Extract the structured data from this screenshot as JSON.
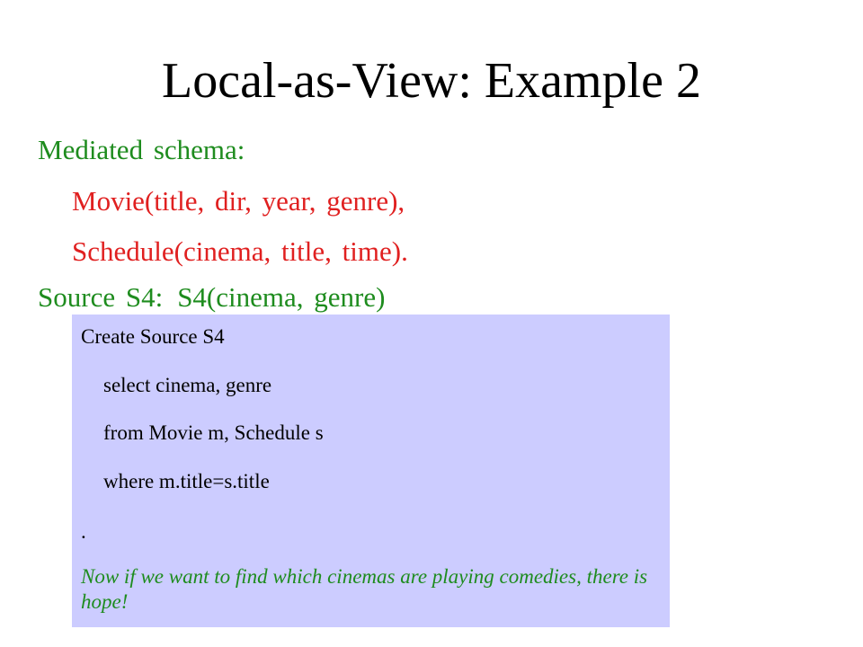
{
  "slide": {
    "title": "Local-as-View: Example 2",
    "mediated_label": "Mediated schema:",
    "schema_movie": "Movie(title, dir, year, genre),",
    "schema_schedule": "Schedule(cinema, title, time).",
    "source_label": "Source S4:",
    "source_def": "S4(cinema, genre)",
    "box": {
      "line1": "Create Source S4",
      "line2": "select cinema, genre",
      "line3": "from Movie m, Schedule s",
      "line4": "where m.title=s.title",
      "line5": ".",
      "note": "Now if we want to find which cinemas are playing comedies, there is hope!"
    }
  },
  "colors": {
    "title": "#000000",
    "green": "#1e8c1e",
    "red": "#e02020",
    "box_background": "#ccccff"
  }
}
